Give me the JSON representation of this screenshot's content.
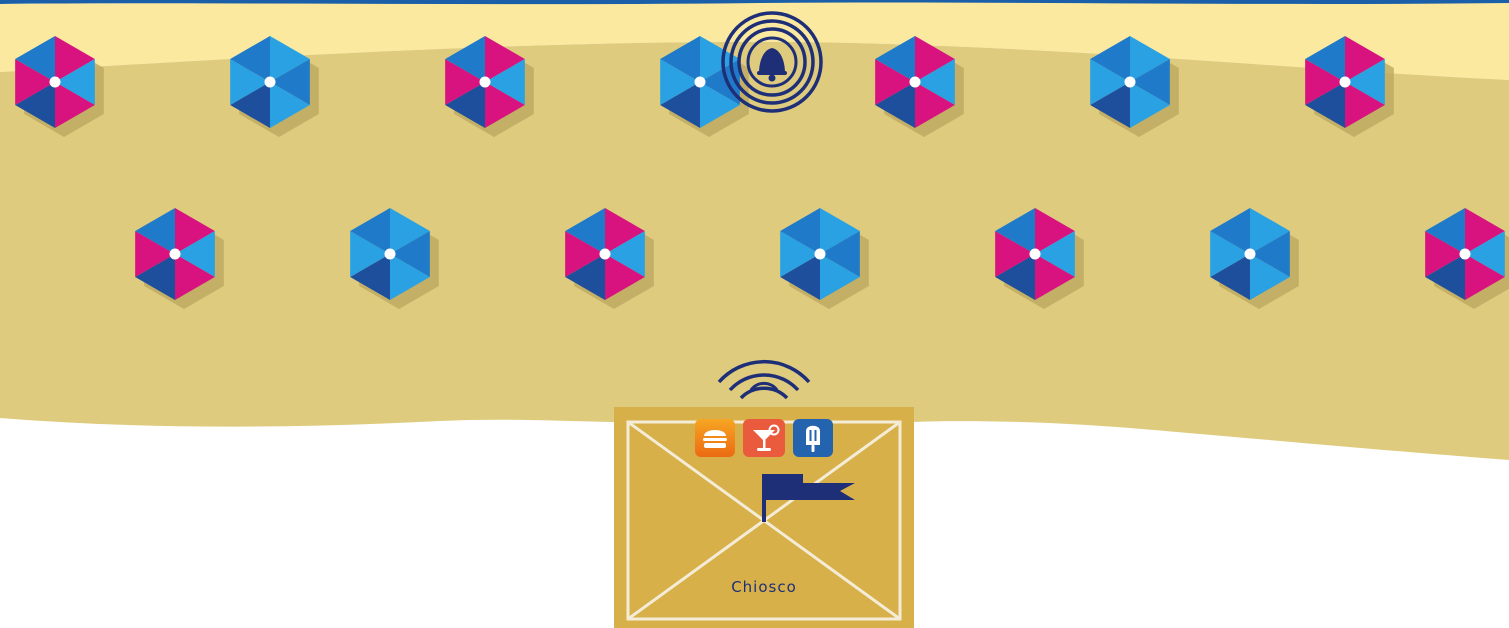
{
  "colors": {
    "background": "#ffffff",
    "sea": "#1a5fa8",
    "wet_sand": "#fbe9a0",
    "sand": "#dfcb7e",
    "umbrella_shadow": "#b9a55e",
    "umbrella_pink": "#d8137f",
    "umbrella_dark_blue": "#1e4f9d",
    "umbrella_light_blue": "#2aa1e3",
    "umbrella_mid_blue": "#1f7bc9",
    "kiosk_fill": "#d7b04a",
    "kiosk_lines": "#f4ecd6",
    "navy": "#1e2f78",
    "food_icon_bg": "#f28a19",
    "drink_icon_bg": "#ea5a3c",
    "icecream_icon_bg": "#2463ad"
  },
  "beach": {
    "umbrella_rows": [
      [
        "pink-blue",
        "blue",
        "pink-blue",
        "blue",
        "pink-blue",
        "blue",
        "pink-blue"
      ],
      [
        "pink-blue",
        "blue",
        "pink-blue",
        "blue",
        "pink-blue",
        "blue",
        "pink-blue"
      ]
    ],
    "call_indicator_icon": "bell-icon"
  },
  "kiosk": {
    "label": "Chiosco",
    "signal_icon": "wifi-signal-icon",
    "flag_icon": "flag-icon",
    "services": [
      {
        "name": "food",
        "icon": "burger-icon",
        "color": "#f28a19"
      },
      {
        "name": "drinks",
        "icon": "cocktail-icon",
        "color": "#ea5a3c"
      },
      {
        "name": "ice-cream",
        "icon": "popsicle-icon",
        "color": "#2463ad"
      }
    ]
  }
}
